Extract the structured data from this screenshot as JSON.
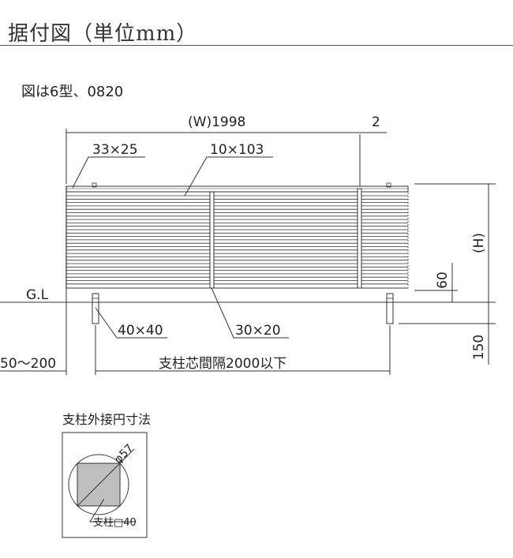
{
  "header": {
    "title": "据付図（単位mm）",
    "subtitle": "図は6型、0820"
  },
  "drawing": {
    "width_label": "(W)1998",
    "gap_label": "2",
    "rail_label": "33×25",
    "slat_label": "10×103",
    "height_label": "(H)",
    "clearance_label": "60",
    "ground_label": "G.L",
    "post_label": "40×40",
    "mid_post_label": "30×20",
    "embed_label": "150",
    "depth_label": "50～200",
    "span_label": "支柱芯間隔2000以下"
  },
  "detail": {
    "title": "支柱外接円寸法",
    "diameter_label": "φ57",
    "post_label": "支柱□40"
  }
}
